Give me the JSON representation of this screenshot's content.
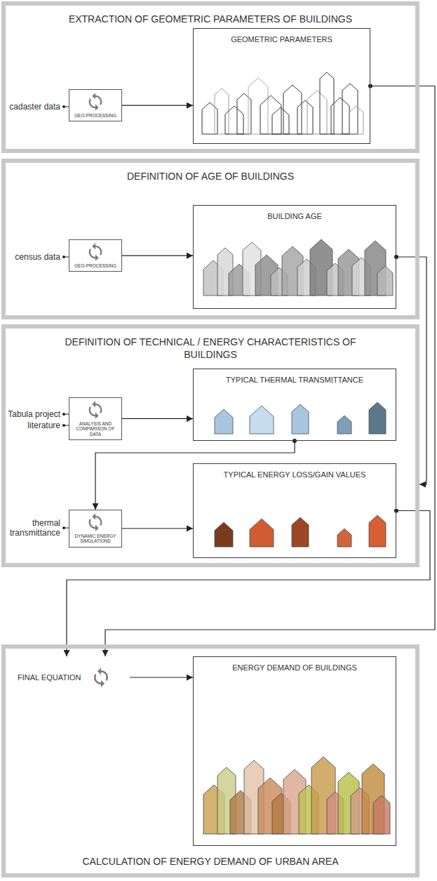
{
  "diagram": {
    "nodes": [
      {
        "text": [
          "EXTRACTION OF GEOMETRIC PARAMETERS OF BUILDINGS"
        ]
      },
      {
        "text": [
          "GEO-PROCESSING"
        ],
        "in": 0
      },
      {
        "text": [
          "GEOMETRIC PARAMETERS"
        ],
        "in": 0
      },
      {
        "text": [
          "DEFINITION OF AGE OF BUILDINGS"
        ]
      },
      {
        "text": [
          "GEO-PROCESSING"
        ],
        "in": 3
      },
      {
        "text": [
          "BUILDING AGE"
        ],
        "in": 3
      },
      {
        "text": [
          "DEFINITION OF TECHNICAL / ENERGY CHARACTERISTICS OF BUILDINGS"
        ]
      },
      {
        "text": [
          "ANALYSIS AND COMPARISON OF DATA"
        ],
        "in": 6
      },
      {
        "text": [
          "TYPICAL THERMAL TRANSMITTANCE"
        ],
        "in": 6
      },
      {
        "text": [
          "DYNAMIC ENERGY SIMULATIONS"
        ],
        "in": 6
      },
      {
        "text": [
          "TYPICAL ENERGY LOSS/GAIN VALUES"
        ],
        "in": 6
      },
      {
        "text": [
          "CALCULATION OF ENERGY DEMAND OF URBAN AREA"
        ]
      },
      {
        "text": [
          "FINAL EQUATION"
        ],
        "in": 11
      },
      {
        "text": [
          "ENERGY DEMAND OF BUILDINGS"
        ],
        "in": 11
      }
    ],
    "edges": [
      {
        "from": 1,
        "to": 2,
        "arrow": "to"
      },
      {
        "from": 4,
        "to": 5,
        "arrow": "to"
      },
      {
        "from": 7,
        "to": 8,
        "arrow": "to"
      },
      {
        "from": 8,
        "to": 9,
        "arrow": "to"
      },
      {
        "from": 9,
        "to": 10,
        "arrow": "to"
      },
      {
        "from": 5,
        "to": 6,
        "arrow": "to"
      },
      {
        "from": 10,
        "to": 12,
        "arrow": "to"
      },
      {
        "from": 2,
        "to": 12,
        "arrow": "to"
      },
      {
        "from": 12,
        "to": 13,
        "arrow": "to"
      }
    ],
    "labels": [
      "cadaster data",
      "census data",
      "Tabula project",
      "literature",
      "thermal transmittance"
    ]
  }
}
